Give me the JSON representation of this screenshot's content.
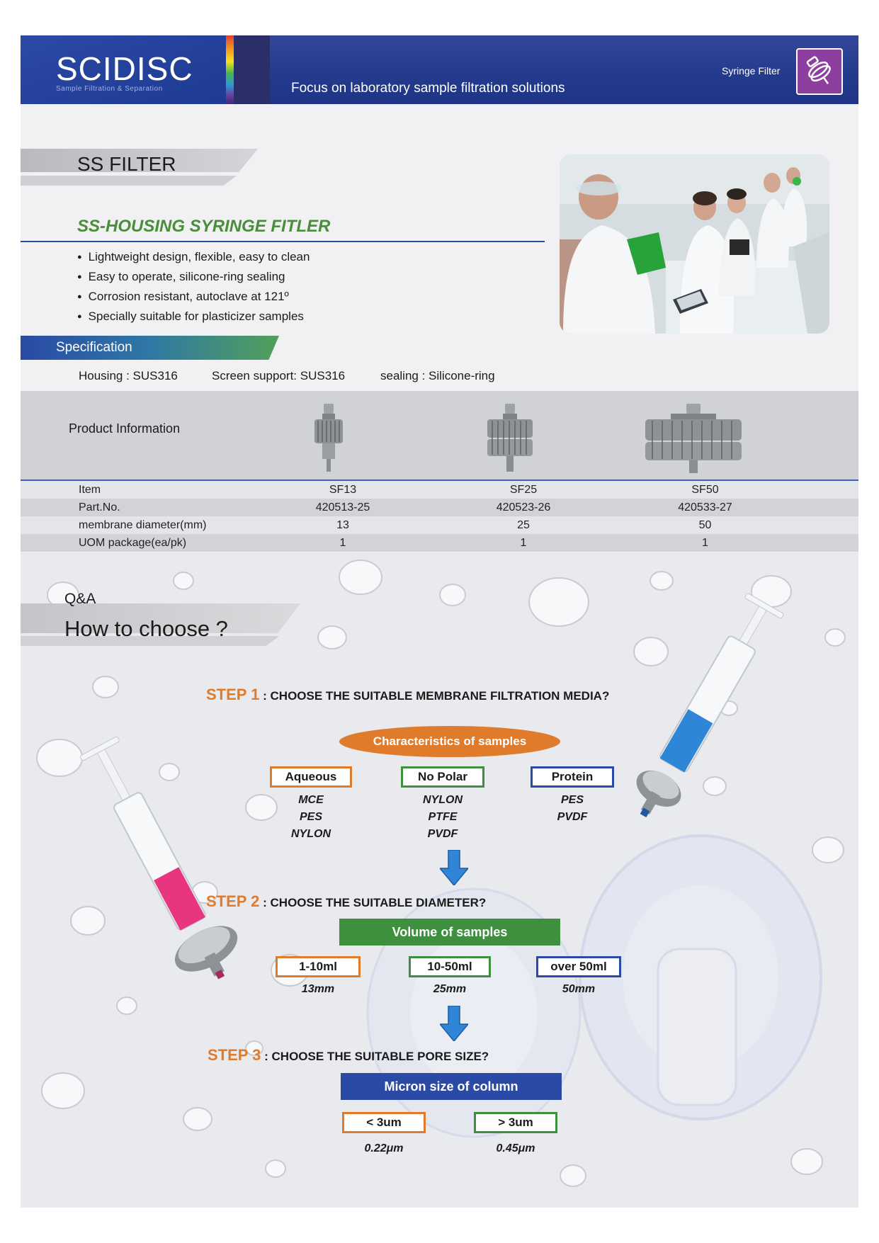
{
  "header": {
    "brand": "SCIDISC",
    "brand_sub": "Sample Filtration & Separation",
    "tagline": "Focus on laboratory sample filtration solutions",
    "category": "Syringe Filter"
  },
  "title": "SS  FILTER",
  "subtitle": "SS-HOUSING  SYRINGE FITLER",
  "features": [
    "Lightweight design, flexible, easy to clean",
    "Easy to operate, silicone-ring sealing",
    "Corrosion resistant,  autoclave at 121º",
    "Specially suitable for plasticizer samples"
  ],
  "specification": {
    "label": "Specification",
    "housing": "Housing : SUS316",
    "screen": "Screen support: SUS316",
    "sealing": "sealing : Silicone-ring"
  },
  "product_info": {
    "label": "Product Information",
    "rows": [
      [
        "Item",
        "SF13",
        "SF25",
        "SF50"
      ],
      [
        "Part.No.",
        "420513-25",
        "420523-26",
        "420533-27"
      ],
      [
        "membrane diameter(mm)",
        "13",
        "25",
        "50"
      ],
      [
        "UOM package(ea/pk)",
        "1",
        "1",
        "1"
      ]
    ]
  },
  "qa": {
    "small": "Q&A",
    "big": "How to choose ?"
  },
  "step1": {
    "num": "STEP 1",
    "text": " : CHOOSE THE SUITABLE MEMBRANE FILTRATION MEDIA?",
    "pill": "Characteristics of samples",
    "boxes": [
      "Aqueous",
      "No Polar",
      "Protein"
    ],
    "lists": [
      [
        "MCE",
        "PES",
        "NYLON"
      ],
      [
        "NYLON",
        "PTFE",
        "PVDF"
      ],
      [
        "PES",
        "PVDF"
      ]
    ]
  },
  "step2": {
    "num": "STEP 2",
    "text": " : CHOOSE THE SUITABLE DIAMETER?",
    "head": "Volume of samples",
    "boxes": [
      "1-10ml",
      "10-50ml",
      "over 50ml"
    ],
    "results": [
      "13mm",
      "25mm",
      "50mm"
    ]
  },
  "step3": {
    "num": "STEP 3",
    "text": " : CHOOSE THE SUITABLE PORE SIZE?",
    "head": "Micron  size of column",
    "boxes": [
      "< 3um",
      "> 3um"
    ],
    "results": [
      "0.22μm",
      "0.45μm"
    ]
  },
  "colors": {
    "navy": "#233a8d",
    "orange": "#e07b2c",
    "green": "#3e8f3e",
    "blue": "#2b4aa6"
  }
}
